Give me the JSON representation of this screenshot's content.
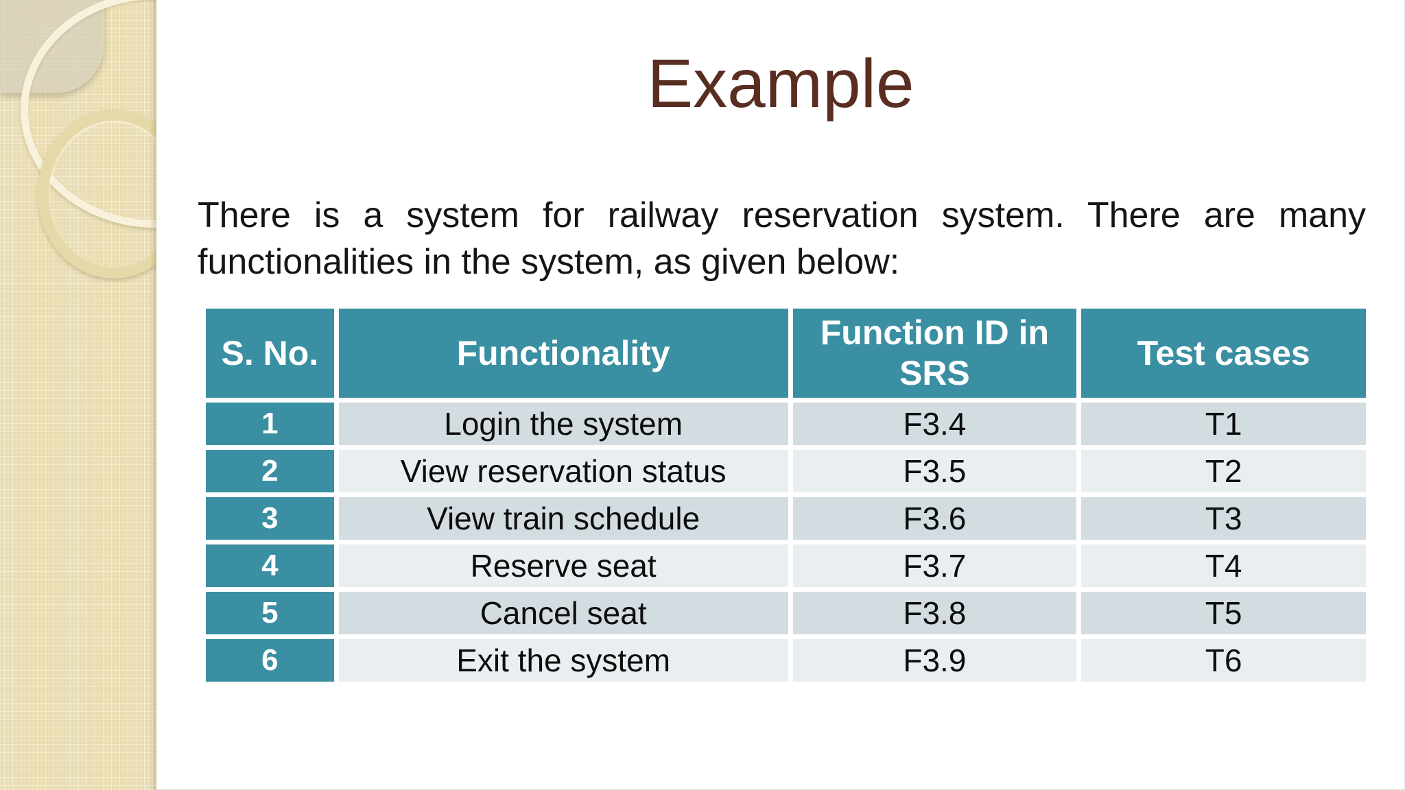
{
  "slide": {
    "title": "Example",
    "paragraph_line1": "There is a system for railway reservation system. There are many",
    "paragraph_line2": "functionalities in the system, as given below:"
  },
  "table": {
    "headers": [
      "S. No.",
      "Functionality",
      "Function ID in SRS",
      "Test cases"
    ],
    "rows": [
      {
        "sno": "1",
        "functionality": "Login the system",
        "function_id": "F3.4",
        "test_case": "T1"
      },
      {
        "sno": "2",
        "functionality": "View reservation status",
        "function_id": "F3.5",
        "test_case": "T2"
      },
      {
        "sno": "3",
        "functionality": "View train schedule",
        "function_id": "F3.6",
        "test_case": "T3"
      },
      {
        "sno": "4",
        "functionality": "Reserve seat",
        "function_id": "F3.7",
        "test_case": "T4"
      },
      {
        "sno": "5",
        "functionality": "Cancel seat",
        "function_id": "F3.8",
        "test_case": "T5"
      },
      {
        "sno": "6",
        "functionality": "Exit the system",
        "function_id": "F3.9",
        "test_case": "T6"
      }
    ]
  },
  "colors": {
    "header_teal": "#3a8fa2",
    "row_dark": "#d3dce1",
    "row_light": "#e9eef1",
    "title_maroon": "#5a2d21",
    "sidebar_beige": "#e9ddb2",
    "ring_cream": "#f8f1db",
    "ring_tan": "#e6d9a9",
    "slide_background": "#ffffff"
  }
}
